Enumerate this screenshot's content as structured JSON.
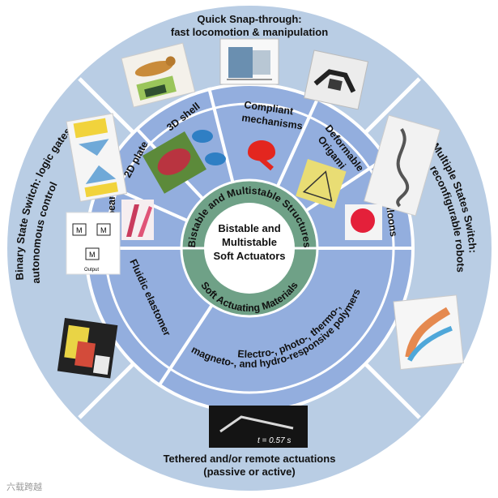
{
  "center": {
    "line1": "Bistable and",
    "line2": "Multistable",
    "line3": "Soft Actuators"
  },
  "bands": {
    "structures": "Bistable and Multistable Structures",
    "materials": "Soft Actuating Materials"
  },
  "structures": {
    "beam_1d": "1D beam",
    "plate_2d": "2D plate",
    "shell_3d": "3D shell",
    "compliant_1": "Compliant",
    "compliant_2": "mechanisms",
    "origami_1": "Deformable",
    "origami_2": "Origami",
    "balloons": "Balloons"
  },
  "materials": {
    "fluidic": "Fluidic elastomer",
    "responsive_1": "Electro-, photo-, thermo-,",
    "responsive_2": "magneto-, and hydro-responsive polymers"
  },
  "applications": {
    "snap_1": "Quick Snap-through:",
    "snap_2": "fast locomotion & manipulation",
    "binary_1": "Binary  State Switch: logic gates,",
    "binary_2": "autonomous control",
    "multiple_1": "Multiple States Switch:",
    "multiple_2": "reconfigurable robots",
    "tethered_1": "Tethered and/or remote actuations",
    "tethered_2": "(passive or active)"
  },
  "image_labels": {
    "timestamp": "t = 0.57 s",
    "output": "Output",
    "gate_m": "M"
  },
  "watermark": "六载跨越",
  "colors": {
    "outer_ring": "#b9cde4",
    "middle_ring": "#93aede",
    "inner_band": "#6fa187",
    "center_fill": "#ffffff",
    "divider": "#ffffff"
  }
}
